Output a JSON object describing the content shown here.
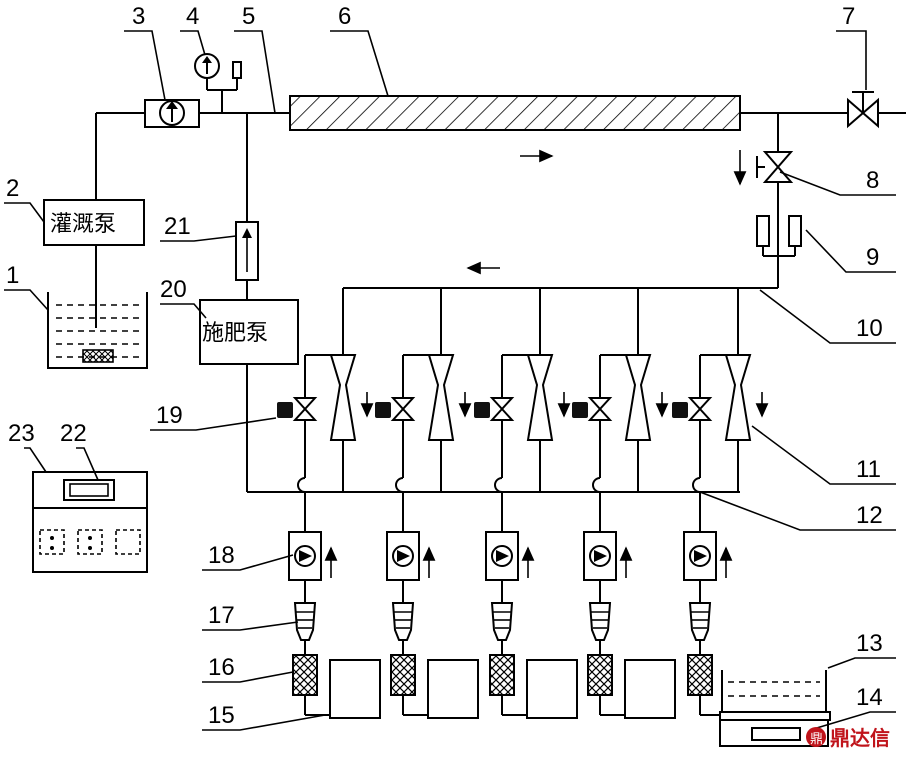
{
  "labels": {
    "n1": "1",
    "n2": "2",
    "n3": "3",
    "n4": "4",
    "n5": "5",
    "n6": "6",
    "n7": "7",
    "n8": "8",
    "n9": "9",
    "n10": "10",
    "n11": "11",
    "n12": "12",
    "n13": "13",
    "n14": "14",
    "n15": "15",
    "n16": "16",
    "n17": "17",
    "n18": "18",
    "n19": "19",
    "n20": "20",
    "n21": "21",
    "n22": "22",
    "n23": "23"
  },
  "components": {
    "irrigation_pump": "灌溉泵",
    "fertilizer_pump": "施肥泵"
  },
  "watermark": "鼎达信",
  "colors": {
    "line": "#000000",
    "watermark": "#c0141b"
  }
}
